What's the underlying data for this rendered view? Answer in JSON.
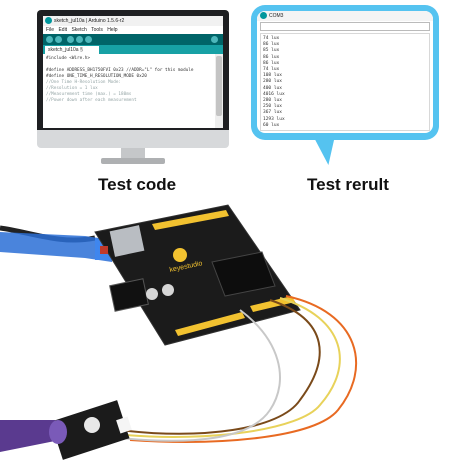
{
  "ide": {
    "title": "sketch_jul10a | Arduino 1.5.6-r2",
    "menu": [
      "File",
      "Edit",
      "Sketch",
      "Tools",
      "Help"
    ],
    "tab_label": "sketch_jul10a §",
    "code_lines": [
      "#include <Wire.h>",
      "",
      "#define ADDRESS_BH1750FVI 0x23    //ADDR=\"L\" for this module",
      "#define ONE_TIME_H_RESOLUTION_MODE 0x20",
      "//One Time H-Resolution Mode:",
      "//Resolution = 1 lux",
      "//Measurement time (max.) = 180ms",
      "//Power down after each measurement"
    ]
  },
  "serial": {
    "title": "COM3",
    "lines": [
      "74 lux",
      "86 lux",
      "85 lux",
      "86 lux",
      "86 lux",
      "74 lux",
      "108 lux",
      "280 lux",
      "400 lux",
      "4016 lux",
      "280 lux",
      "250 lux",
      "367 lux",
      "1293 lux",
      "60 lux"
    ]
  },
  "captions": {
    "code": "Test code",
    "result": "Test rerult"
  },
  "board": {
    "brand": "keyestudio"
  },
  "colors": {
    "arduino_teal": "#00979d",
    "bubble_blue": "#55c3f0",
    "board_black": "#1b1b1b",
    "header_yellow": "#f2c230",
    "usb_blue": "#2a6fd6"
  }
}
